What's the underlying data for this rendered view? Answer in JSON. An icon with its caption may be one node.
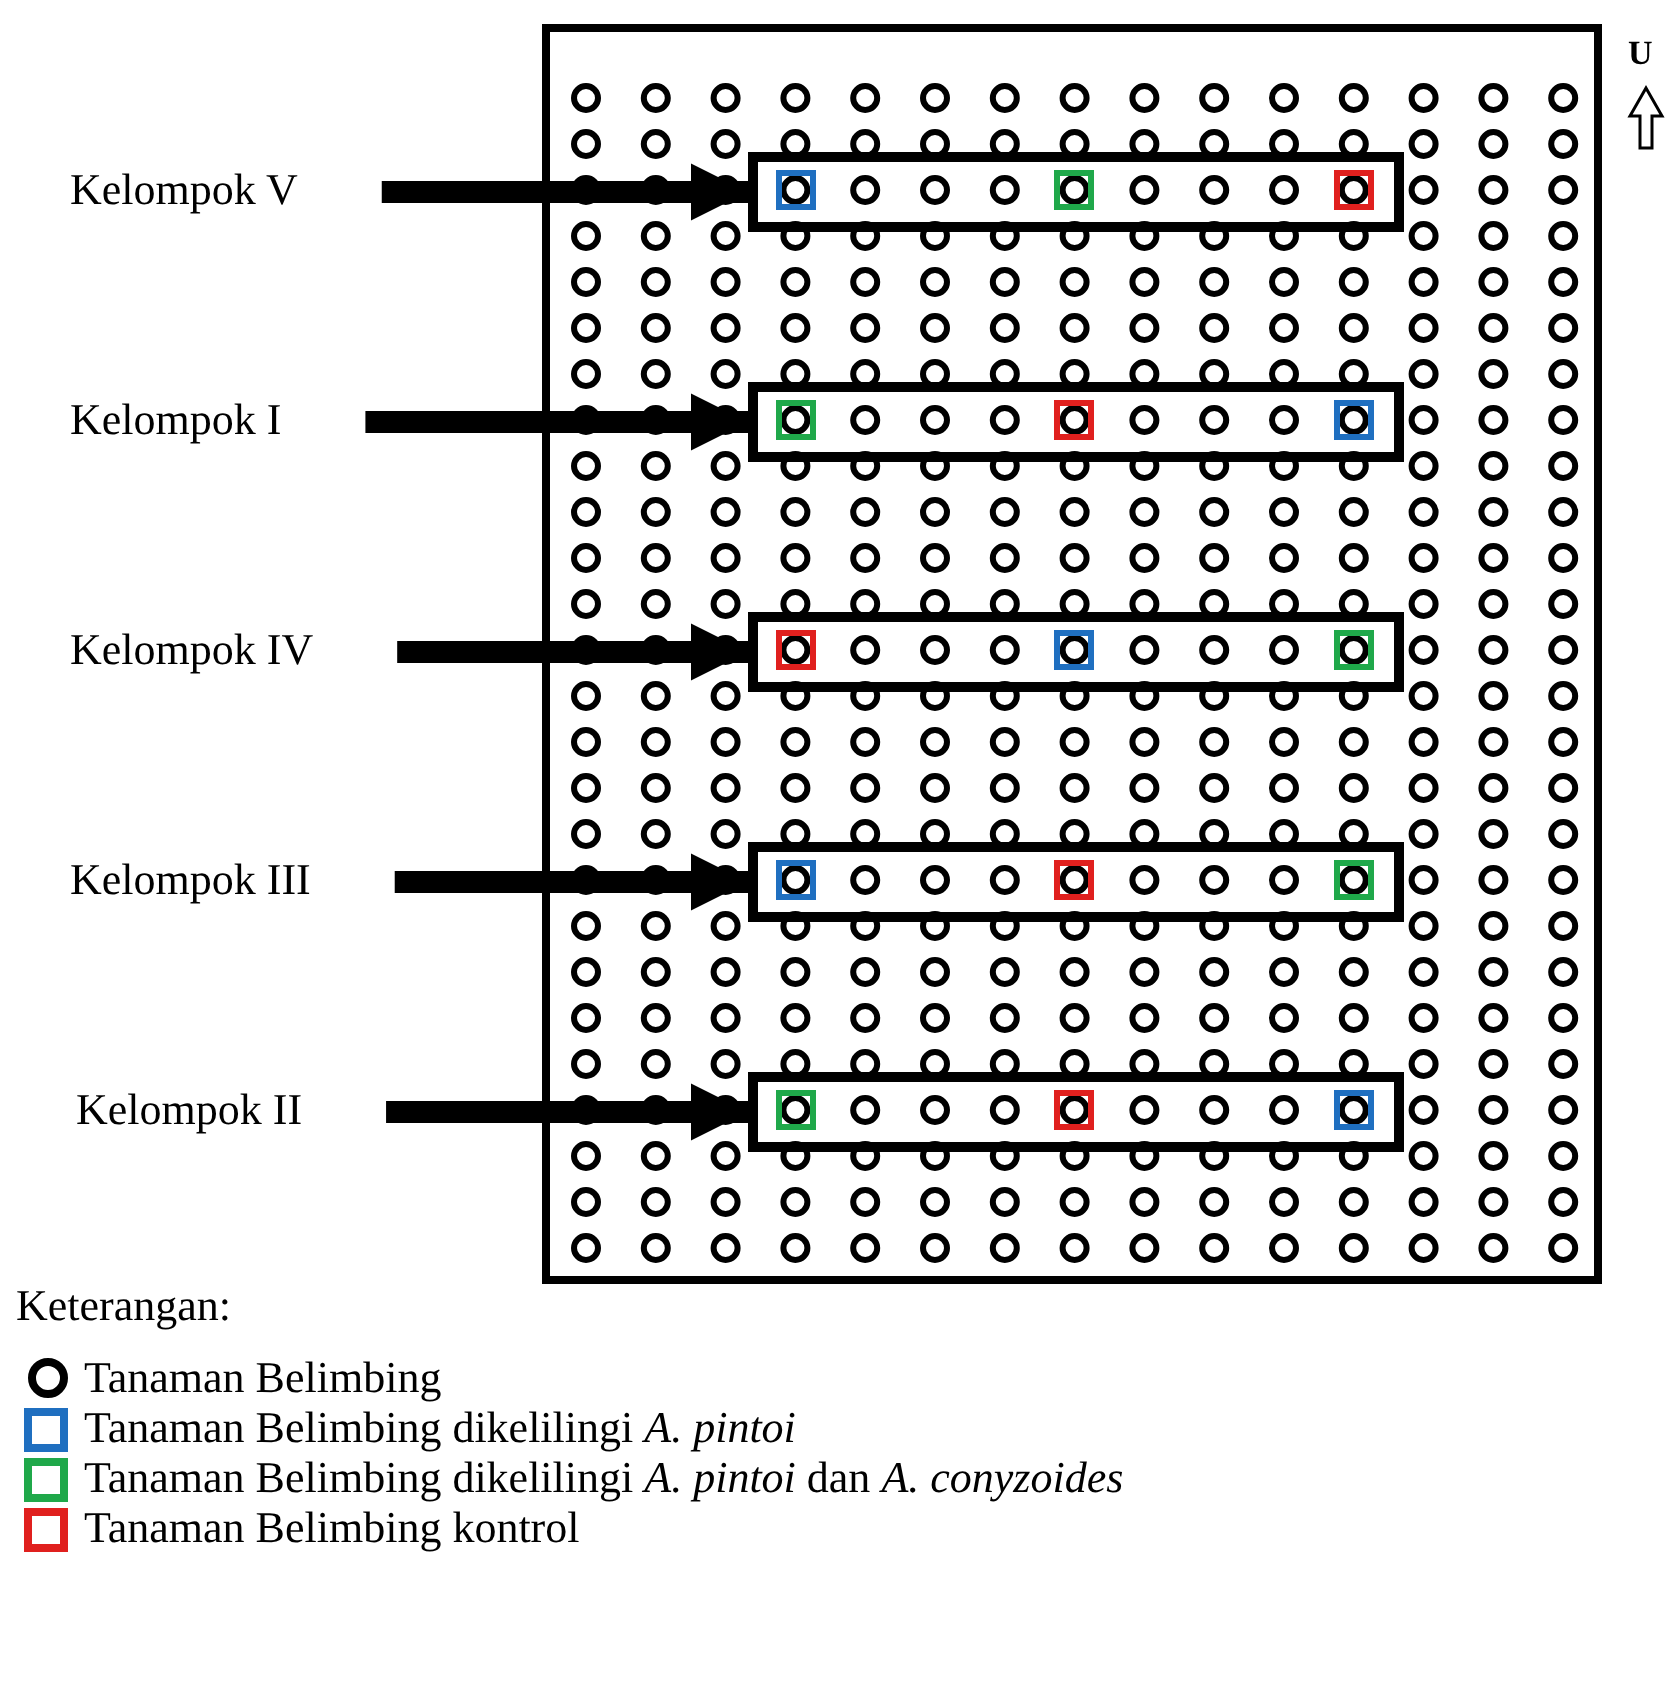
{
  "diagram": {
    "nodes": [
      {
        "text": [
          "Kelompok V"
        ]
      },
      {
        "text": [
          "Kelompok I"
        ]
      },
      {
        "text": [
          "Kelompok IV"
        ]
      },
      {
        "text": [
          "Kelompok III"
        ]
      },
      {
        "text": [
          "Kelompok II"
        ]
      },
      {
        "text": [],
        "shape": "box"
      },
      {
        "text": [],
        "shape": "box"
      },
      {
        "text": [],
        "shape": "box"
      },
      {
        "text": [],
        "shape": "box"
      },
      {
        "text": [],
        "shape": "box"
      }
    ],
    "edges": [
      {
        "from": 0,
        "to": 5,
        "arrow": "to"
      },
      {
        "from": 1,
        "to": 6,
        "arrow": "to"
      },
      {
        "from": 2,
        "to": 7,
        "arrow": "to"
      },
      {
        "from": 3,
        "to": 8,
        "arrow": "to"
      },
      {
        "from": 4,
        "to": 9,
        "arrow": "to"
      }
    ],
    "labels": [
      "U",
      "Keterangan:"
    ],
    "legend": [
      {
        "text": "Tanaman Belimbing"
      },
      {
        "text": "Tanaman Belimbing dikelilingi *A. pintoi*",
        "color": "#1f6fc0"
      },
      {
        "text": "Tanaman Belimbing dikelilingi *A. pintoi* dan *A. conyzoides*",
        "color": "#1fa84a"
      },
      {
        "text": "Tanaman Belimbing kontrol",
        "color": "#e0201e"
      }
    ]
  }
}
